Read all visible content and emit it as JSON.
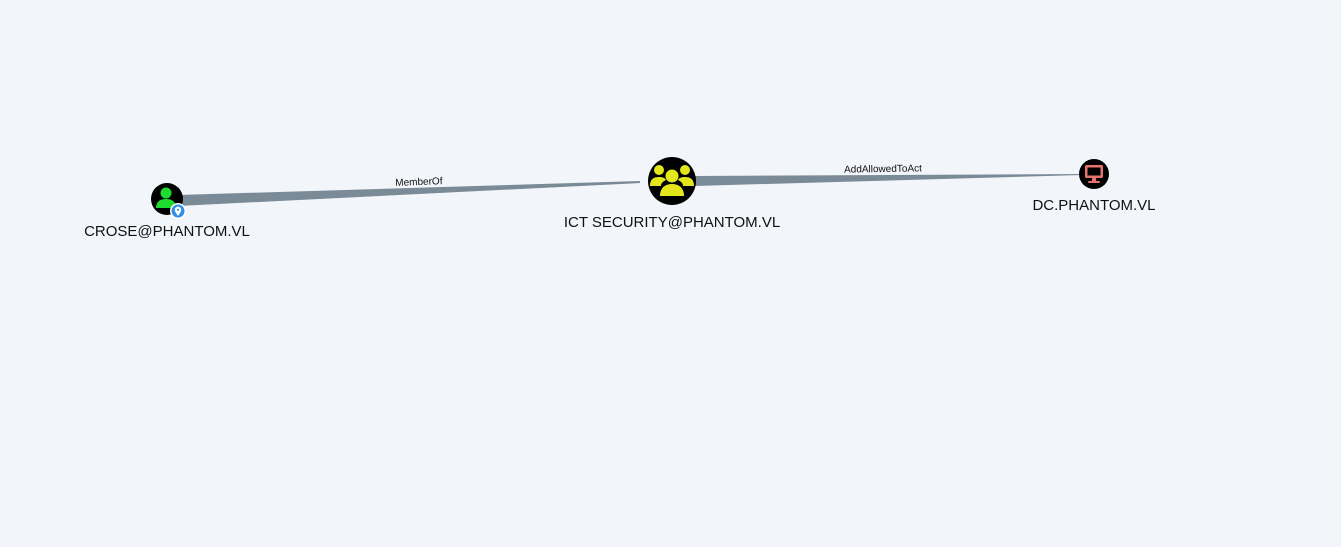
{
  "graph": {
    "background_color": "#f2f5fa",
    "edge_color": "#7a8a96",
    "nodes": [
      {
        "id": "crose",
        "label": "CROSE@PHANTOM.VL",
        "type": "user",
        "icon": "user-icon",
        "badge_icon": "location-pin-icon",
        "color": "#1edc2e"
      },
      {
        "id": "ict",
        "label": "ICT SECURITY@PHANTOM.VL",
        "type": "group",
        "icon": "group-icon",
        "color": "#e4e61c"
      },
      {
        "id": "dc",
        "label": "DC.PHANTOM.VL",
        "type": "computer",
        "icon": "computer-icon",
        "color": "#e8736b"
      }
    ],
    "edges": [
      {
        "from": "crose",
        "to": "ict",
        "label": "MemberOf"
      },
      {
        "from": "ict",
        "to": "dc",
        "label": "AddAllowedToAct"
      }
    ]
  }
}
